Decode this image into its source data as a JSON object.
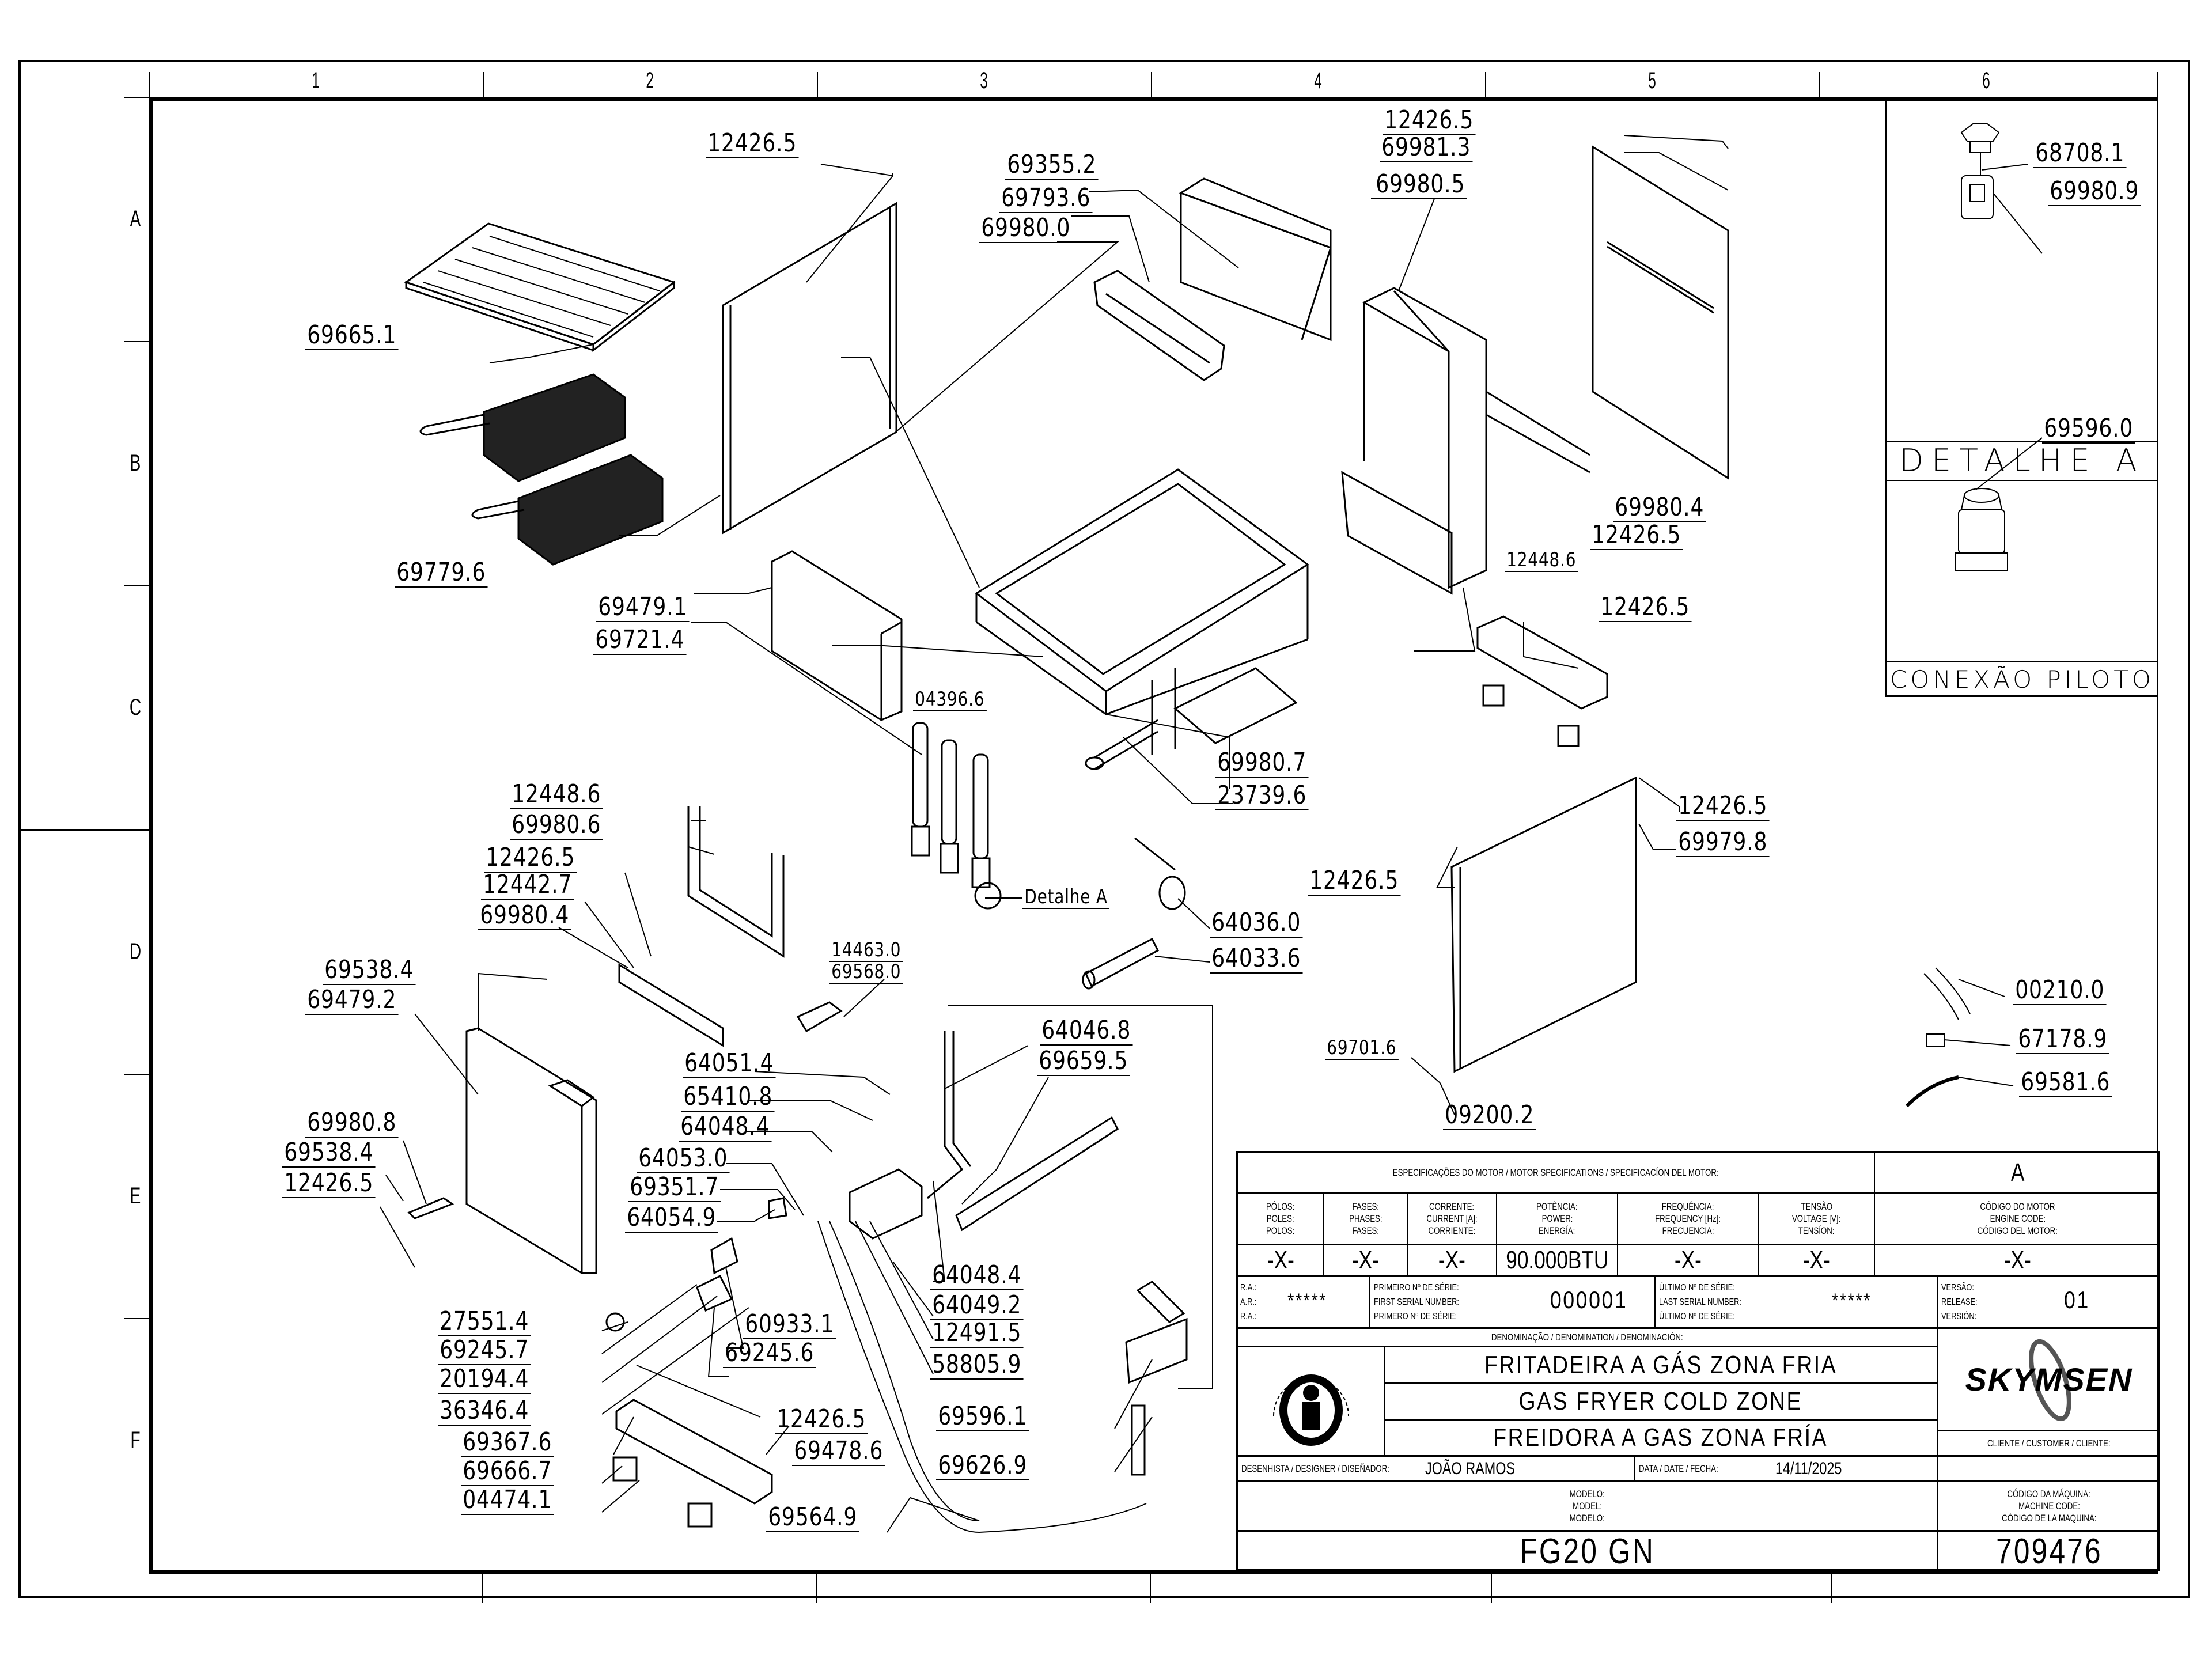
{
  "sheet": {
    "columns": [
      "1",
      "2",
      "3",
      "4",
      "5",
      "6"
    ],
    "rows": [
      "A",
      "B",
      "C",
      "D",
      "E",
      "F"
    ]
  },
  "callouts": [
    {
      "id": "c1",
      "text": "12426.5"
    },
    {
      "id": "c2",
      "text": "69355.2"
    },
    {
      "id": "c3",
      "text": "69793.6"
    },
    {
      "id": "c4",
      "text": "69980.0"
    },
    {
      "id": "c5",
      "text": "69665.1"
    },
    {
      "id": "c6",
      "text": "69779.6"
    },
    {
      "id": "c7",
      "text": "12426.5"
    },
    {
      "id": "c8",
      "text": "69981.3"
    },
    {
      "id": "c9",
      "text": "69980.5"
    },
    {
      "id": "c10",
      "text": "69980.4"
    },
    {
      "id": "c11",
      "text": "12426.5"
    },
    {
      "id": "c12",
      "text": "12448.6"
    },
    {
      "id": "c13",
      "text": "69479.1"
    },
    {
      "id": "c14",
      "text": "69721.4"
    },
    {
      "id": "c15",
      "text": "04396.6"
    },
    {
      "id": "c16",
      "text": "69980.7"
    },
    {
      "id": "c17",
      "text": "23739.6"
    },
    {
      "id": "c18",
      "text": "12426.5"
    },
    {
      "id": "c19",
      "text": "12426.5"
    },
    {
      "id": "c20",
      "text": "69979.8"
    },
    {
      "id": "c21",
      "text": "12426.5"
    },
    {
      "id": "c22",
      "text": "12448.6"
    },
    {
      "id": "c23",
      "text": "69980.6"
    },
    {
      "id": "c24",
      "text": "12426.5"
    },
    {
      "id": "c25",
      "text": "12442.7"
    },
    {
      "id": "c26",
      "text": "69980.4"
    },
    {
      "id": "c27",
      "text": "Detalhe A"
    },
    {
      "id": "c28",
      "text": "64036.0"
    },
    {
      "id": "c29",
      "text": "64033.6"
    },
    {
      "id": "c30",
      "text": "14463.0"
    },
    {
      "id": "c31",
      "text": "69568.0"
    },
    {
      "id": "c32",
      "text": "69538.4"
    },
    {
      "id": "c33",
      "text": "69479.2"
    },
    {
      "id": "c34",
      "text": "64046.8"
    },
    {
      "id": "c35",
      "text": "69659.5"
    },
    {
      "id": "c36",
      "text": "69701.6"
    },
    {
      "id": "c37",
      "text": "09200.2"
    },
    {
      "id": "c38",
      "text": "64051.4"
    },
    {
      "id": "c39",
      "text": "65410.8"
    },
    {
      "id": "c40",
      "text": "64048.4"
    },
    {
      "id": "c41",
      "text": "64053.0"
    },
    {
      "id": "c42",
      "text": "69351.7"
    },
    {
      "id": "c43",
      "text": "64054.9"
    },
    {
      "id": "c44",
      "text": "69980.8"
    },
    {
      "id": "c45",
      "text": "69538.4"
    },
    {
      "id": "c46",
      "text": "12426.5"
    },
    {
      "id": "c47",
      "text": "64048.4"
    },
    {
      "id": "c48",
      "text": "64049.2"
    },
    {
      "id": "c49",
      "text": "12491.5"
    },
    {
      "id": "c50",
      "text": "58805.9"
    },
    {
      "id": "c51",
      "text": "27551.4"
    },
    {
      "id": "c52",
      "text": "69245.7"
    },
    {
      "id": "c53",
      "text": "20194.4"
    },
    {
      "id": "c54",
      "text": "36346.4"
    },
    {
      "id": "c55",
      "text": "60933.1"
    },
    {
      "id": "c56",
      "text": "69245.6"
    },
    {
      "id": "c57",
      "text": "12426.5"
    },
    {
      "id": "c58",
      "text": "69478.6"
    },
    {
      "id": "c59",
      "text": "69367.6"
    },
    {
      "id": "c60",
      "text": "69666.7"
    },
    {
      "id": "c61",
      "text": "04474.1"
    },
    {
      "id": "c62",
      "text": "69596.1"
    },
    {
      "id": "c63",
      "text": "69626.9"
    },
    {
      "id": "c64",
      "text": "69564.9"
    },
    {
      "id": "c65",
      "text": "00210.0"
    },
    {
      "id": "c66",
      "text": "67178.9"
    },
    {
      "id": "c67",
      "text": "69581.6"
    }
  ],
  "detail": {
    "top_parts": [
      "68708.1",
      "69980.9"
    ],
    "top_caption": "DETALHE A",
    "bottom_part": "69596.0",
    "bottom_caption": "CONEXÃO PILOTO"
  },
  "title_block": {
    "motor_spec_header": "ESPECIFICAÇÕES DO MOTOR / MOTOR SPECIFICATIONS / SPECIFICACÍON DEL MOTOR:",
    "revision_letter": "A",
    "spec_headers": [
      [
        "PÓLOS:",
        "POLES:",
        "POLOS:"
      ],
      [
        "FASES:",
        "PHASES:",
        "FASES:"
      ],
      [
        "CORRENTE:",
        "CURRENT [A]:",
        "CORRIENTE:"
      ],
      [
        "POTÊNCIA:",
        "POWER:",
        "ENERGÍA:"
      ],
      [
        "FREQUÊNCIA:",
        "FREQUENCY [Hz]:",
        "FRECUENCIA:"
      ],
      [
        "TENSÃO",
        "VOLTAGE [V]:",
        "TENSÍON:"
      ],
      [
        "CÓDIGO DO MOTOR",
        "ENGINE CODE:",
        "CÓDIGO DEL MOTOR:"
      ]
    ],
    "spec_values": [
      "-X-",
      "-X-",
      "-X-",
      "90.000BTU",
      "-X-",
      "-X-",
      "-X-"
    ],
    "ra_labels": [
      "R.A.:",
      "A.R.:",
      "R.A.:"
    ],
    "ra_value": "*****",
    "first_serial_labels": [
      "PRIMEIRO Nº DE SÉRIE:",
      "FIRST SERIAL NUMBER:",
      "PRIMERO Nº DE SÉRIE:"
    ],
    "first_serial": "000001",
    "last_serial_labels": [
      "ÚLTIMO Nº DE SÉRIE:",
      "LAST SERIAL NUMBER:",
      "ÚLTIMO Nº DE SÉRIE:"
    ],
    "last_serial": "*****",
    "version_labels": [
      "VERSÃO:",
      "RELEASE:",
      "VERSIÓN:"
    ],
    "version": "01",
    "denomination_header": "DENOMINAÇÃO / DENOMINATION / DENOMINACIÓN:",
    "names": [
      "FRITADEIRA A GÁS ZONA FRIA",
      "GAS FRYER COLD ZONE",
      "FREIDORA A GAS ZONA FRÍA"
    ],
    "seal_text": "ASSISTÊNCIA TÉCNICA AUTORIZADA",
    "brand": "SKYMSEN",
    "customer_label": "CLIENTE / CUSTOMER / CLIENTE:",
    "designer_label": "DESENHISTA / DESIGNER / DISEÑADOR:",
    "designer": "JOÃO RAMOS",
    "date_label": "DATA / DATE / FECHA:",
    "date": "14/11/2025",
    "model_labels": [
      "MODELO:",
      "MODEL:",
      "MODELO:"
    ],
    "model": "FG20 GN",
    "machine_code_labels": [
      "CÓDIGO DA MÁQUINA:",
      "MACHINE CODE:",
      "CÓDIGO DE LA MAQUINA:"
    ],
    "machine_code": "709476"
  }
}
